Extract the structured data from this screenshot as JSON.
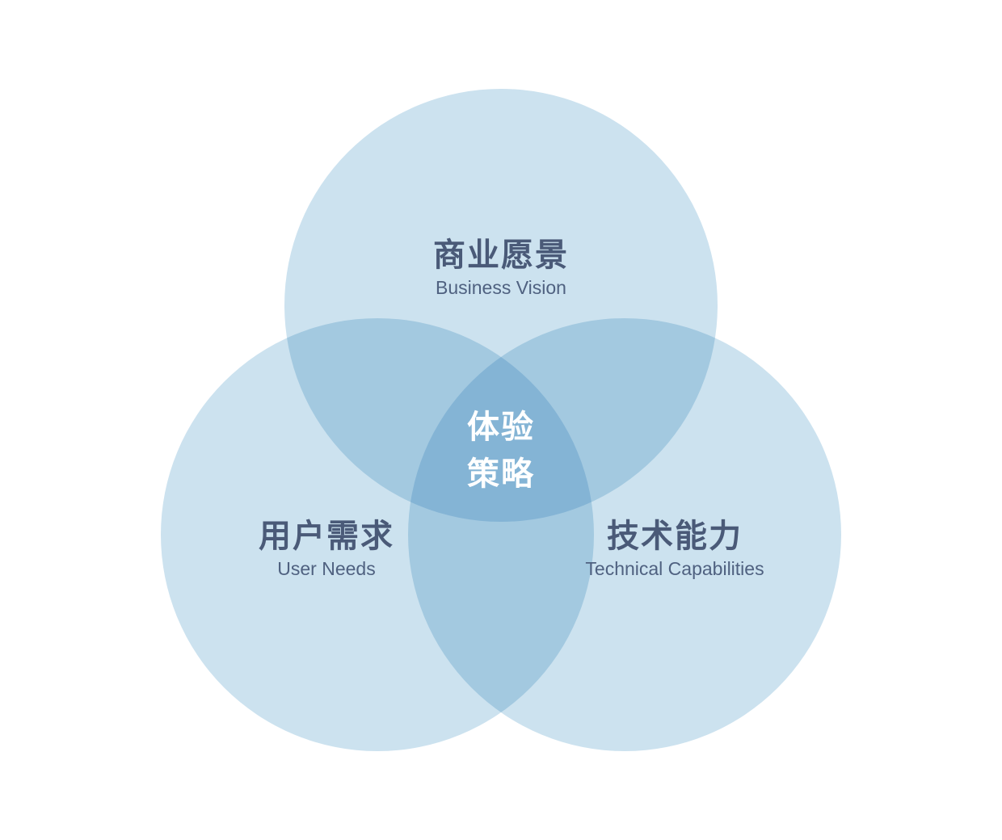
{
  "diagram": {
    "circle_color": "#cce2ef",
    "overlap2_color": "#a3c9e0",
    "overlap3_color": "#84b4d5",
    "text_color": "#4a5a78",
    "center_text_color": "#ffffff",
    "circles": [
      {
        "id": "business",
        "zh": "商业愿景",
        "en": "Business Vision"
      },
      {
        "id": "user",
        "zh": "用户需求",
        "en": "User Needs"
      },
      {
        "id": "tech",
        "zh": "技术能力",
        "en": "Technical Capabilities"
      }
    ],
    "center": {
      "line1": "体验",
      "line2": "策略"
    }
  }
}
